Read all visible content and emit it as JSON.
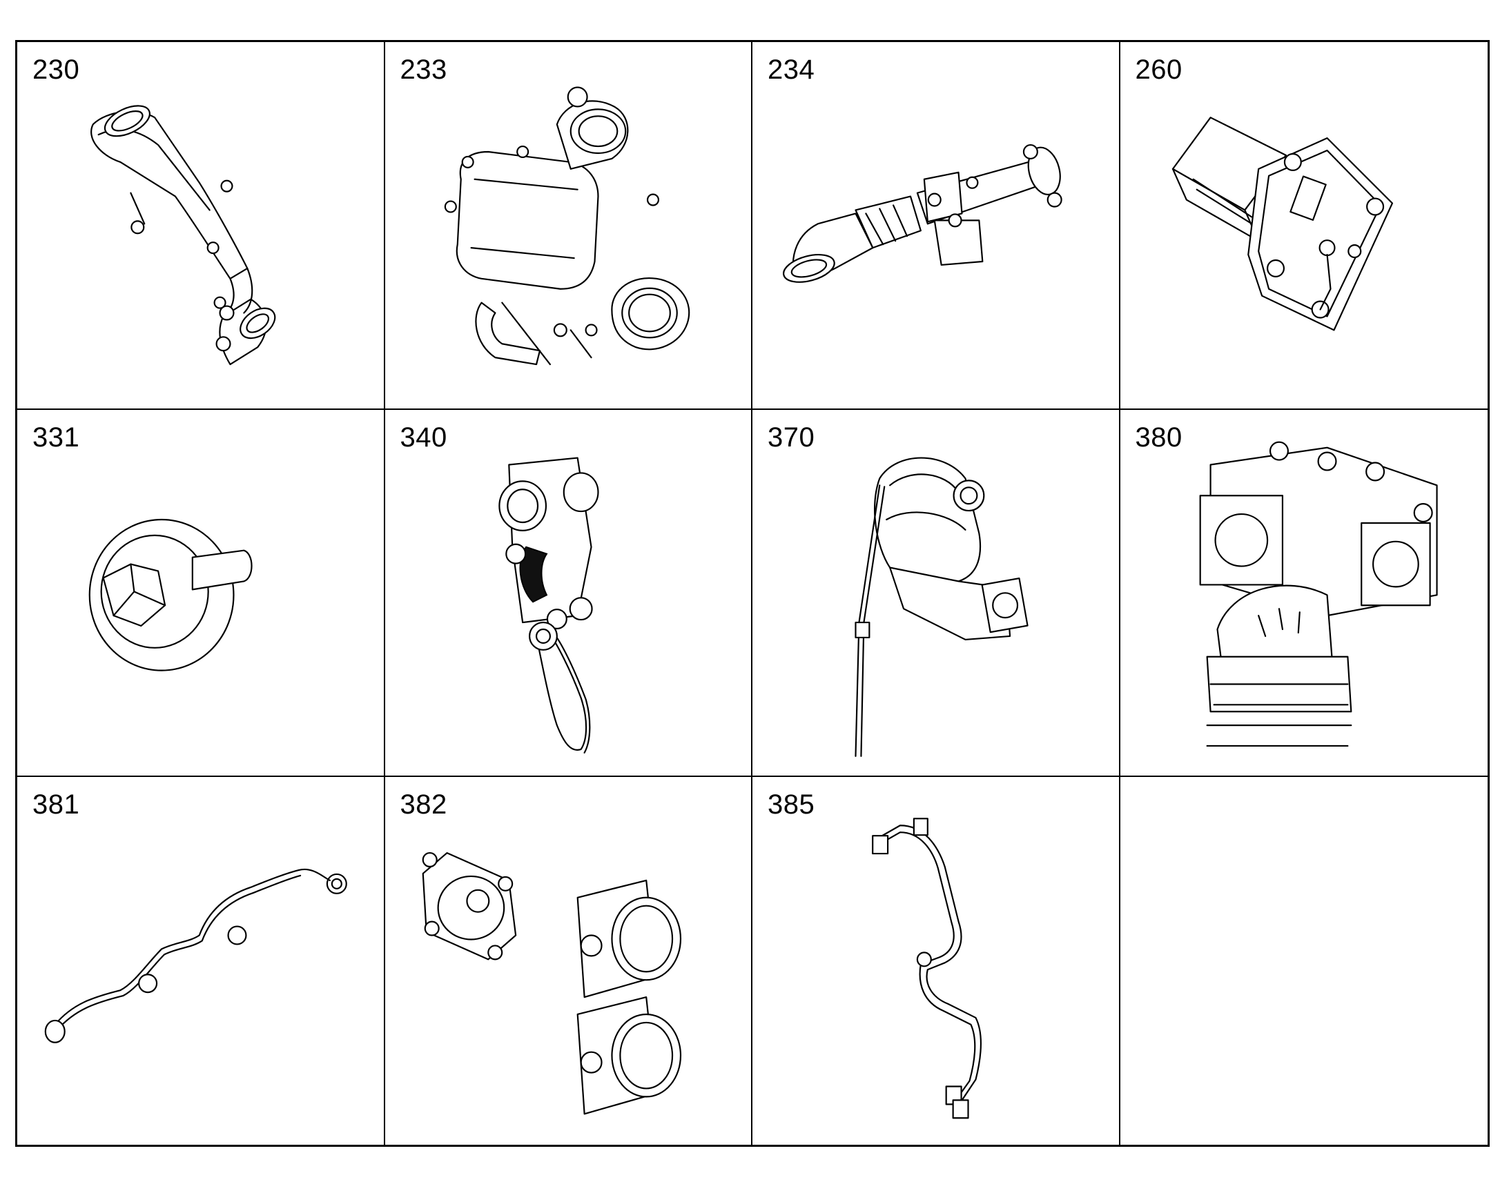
{
  "parts": [
    {
      "number": "230",
      "icon": "air-intake-pipe-drawing"
    },
    {
      "number": "233",
      "icon": "throttle-housing-drawing"
    },
    {
      "number": "234",
      "icon": "intake-duct-with-bracket-drawing"
    },
    {
      "number": "260",
      "icon": "heat-exchanger-plate-drawing"
    },
    {
      "number": "331",
      "icon": "hex-plug-with-flange-drawing"
    },
    {
      "number": "340",
      "icon": "belt-tensioner-assembly-drawing"
    },
    {
      "number": "370",
      "icon": "exhaust-manifold-with-dipstick-drawing"
    },
    {
      "number": "380",
      "icon": "coolant-housing-block-drawing"
    },
    {
      "number": "381",
      "icon": "fuel-injection-line-drawing"
    },
    {
      "number": "382",
      "icon": "flange-and-thermostat-housings-drawing"
    },
    {
      "number": "385",
      "icon": "twin-pipe-line-drawing"
    },
    {
      "number": "",
      "icon": "empty-cell"
    }
  ]
}
